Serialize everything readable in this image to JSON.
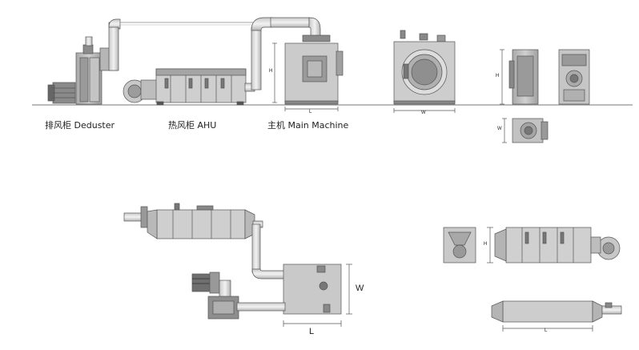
{
  "labels": {
    "deduster": "排风柜 Deduster",
    "ahu": "热风柜 AHU",
    "main_machine": "主机 Main Machine"
  },
  "dimensions": {
    "h": "H",
    "l": "L",
    "w": "W"
  }
}
